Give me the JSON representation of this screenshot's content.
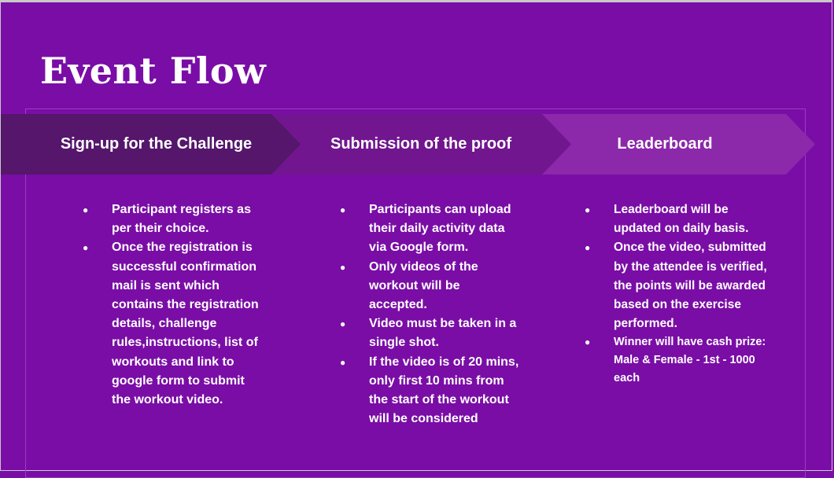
{
  "slide": {
    "title": "Event Flow",
    "colors": {
      "background": "#7a0da6",
      "stage1": "#55166b",
      "stage2": "#71168f",
      "stage3": "#8c28aa"
    },
    "stages": [
      {
        "label": "Sign-up for the Challenge",
        "bullets": [
          "Participant registers as per their choice.",
          "Once the registration is successful confirmation mail is sent which contains the registration details, challenge rules,instructions, list of workouts and link to google form to submit the workout video."
        ]
      },
      {
        "label": "Submission of the proof",
        "bullets": [
          "Participants can upload their daily activity data via Google form.",
          "Only videos of the workout will be accepted.",
          "Video must be taken in a single shot.",
          "If the video is of 20 mins, only first 10 mins from the start of the workout will be considered"
        ]
      },
      {
        "label": "Leaderboard",
        "bullets": [
          "Leaderboard will be updated on daily basis.",
          "Once the video, submitted by the attendee is verified, the points will be awarded based on the exercise performed.",
          "Winner will have cash prize: Male & Female - 1st - 1000 each"
        ]
      }
    ]
  }
}
